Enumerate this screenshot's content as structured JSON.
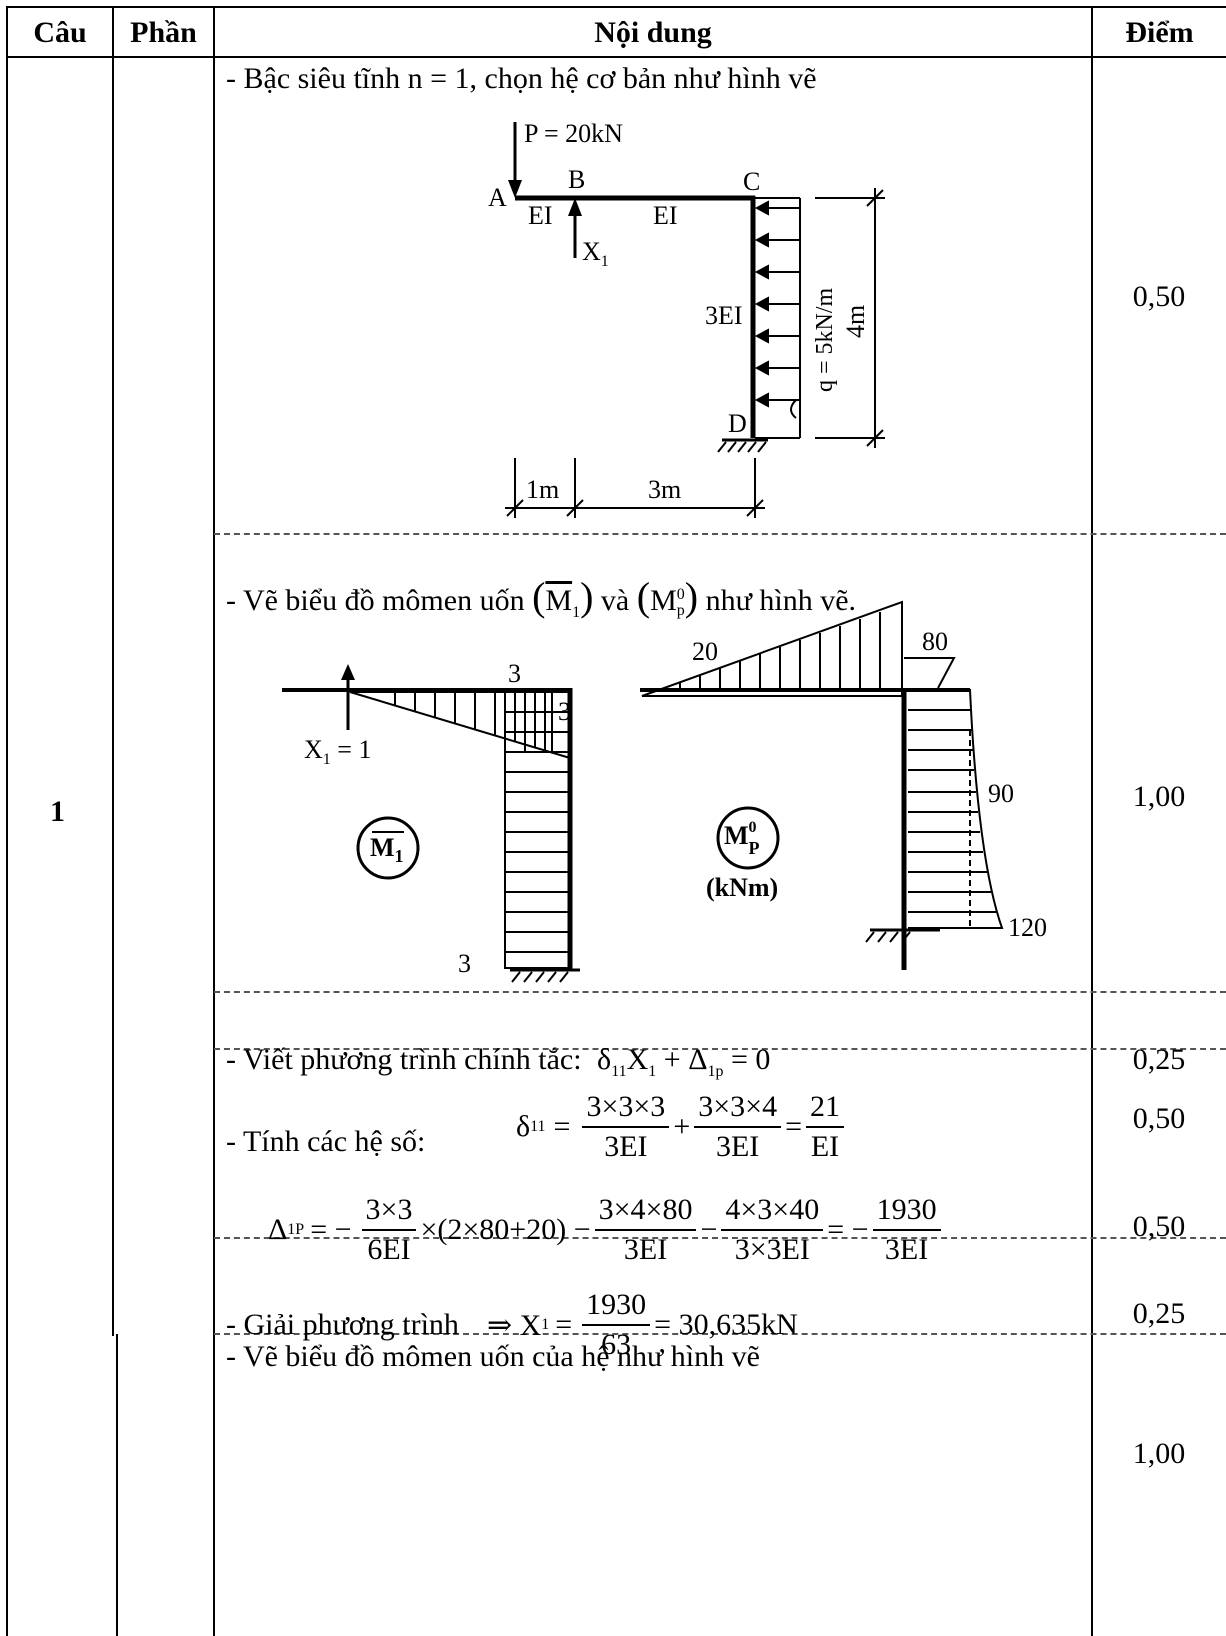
{
  "header": {
    "cau": "Câu",
    "phan": "Phần",
    "noi_dung": "Nội dung",
    "diem": "Điểm"
  },
  "question_number": "1",
  "rows": {
    "r1": {
      "text": "- Bậc siêu tĩnh n = 1, chọn hệ cơ bản như hình vẽ",
      "score": "0,50"
    },
    "r2": {
      "text_a": "- Vẽ biểu đồ mômen uốn",
      "text_b": "và",
      "text_c": "như hình vẽ.",
      "score": "1,00"
    },
    "r3": {
      "text": "-  Viết phương trình chính tắc:",
      "score": "0,25"
    },
    "r4": {
      "text": "- Tính các hệ số:",
      "score_a": "0,50",
      "score_b": "0,50"
    },
    "r5": {
      "text": "- Giải phương trình",
      "score": "0,25"
    },
    "r6": {
      "text": "- Vẽ biểu đồ mômen uốn của hệ như hình vẽ",
      "score": "1,00"
    }
  },
  "fig1": {
    "load_P": "P = 20kN",
    "A": "A",
    "B": "B",
    "C": "C",
    "D": "D",
    "EI_1": "EI",
    "EI_2": "EI",
    "EI_3": "3EI",
    "X1": "X",
    "X1_sub": "1",
    "q_label": "q = 5kN/m",
    "dim_4m": "4m",
    "dim_1m": "1m",
    "dim_3m": "3m"
  },
  "fig2": {
    "m1_label_top": "3",
    "m1_label_right": "3",
    "m1_label_bottom": "3",
    "x1_label": "X",
    "x1_sub": "1",
    "x1_eq": " = 1",
    "m1_circle": "M",
    "m1_circle_sub": "1",
    "mp_circle": "M",
    "mp_circle_sup": "0",
    "mp_circle_sub": "P",
    "mp_unit": "(kNm)",
    "mp_20": "20",
    "mp_80": "80",
    "mp_90": "90",
    "mp_120": "120",
    "ref_M1": "M",
    "ref_M1_sub": "1",
    "ref_Mp": "M",
    "ref_Mp_sup": "0",
    "ref_Mp_sub": "p"
  },
  "formulas": {
    "canonical": {
      "d": "δ",
      "d_sub": "11",
      "X": "X",
      "X_sub": "1",
      "plus": " + ",
      "D": "Δ",
      "D_sub": "1p",
      "eq": " = 0"
    },
    "delta11": {
      "lhs": "δ",
      "lhs_sub": "11",
      "eq": "=",
      "f1_num": "3×3×3",
      "f1_den": "3EI",
      "plus": "+",
      "f2_num": "3×3×4",
      "f2_den": "3EI",
      "eq2": "=",
      "f3_num": "21",
      "f3_den": "EI"
    },
    "delta1p": {
      "lhs": "Δ",
      "lhs_sub": "1P",
      "eq": "= −",
      "f1_num": "3×3",
      "f1_den": "6EI",
      "mid": "×(2×80+20) −",
      "f2_num": "3×4×80",
      "f2_den": "3EI",
      "minus": "−",
      "f3_num": "4×3×40",
      "f3_den": "3×3EI",
      "eq2": "= −",
      "f4_num": "1930",
      "f4_den": "3EI"
    },
    "solve": {
      "arrow": "⇒ X",
      "sub": "1",
      "eq": "=",
      "num": "1930",
      "den": "63",
      "result": "= 30,635kN"
    }
  }
}
